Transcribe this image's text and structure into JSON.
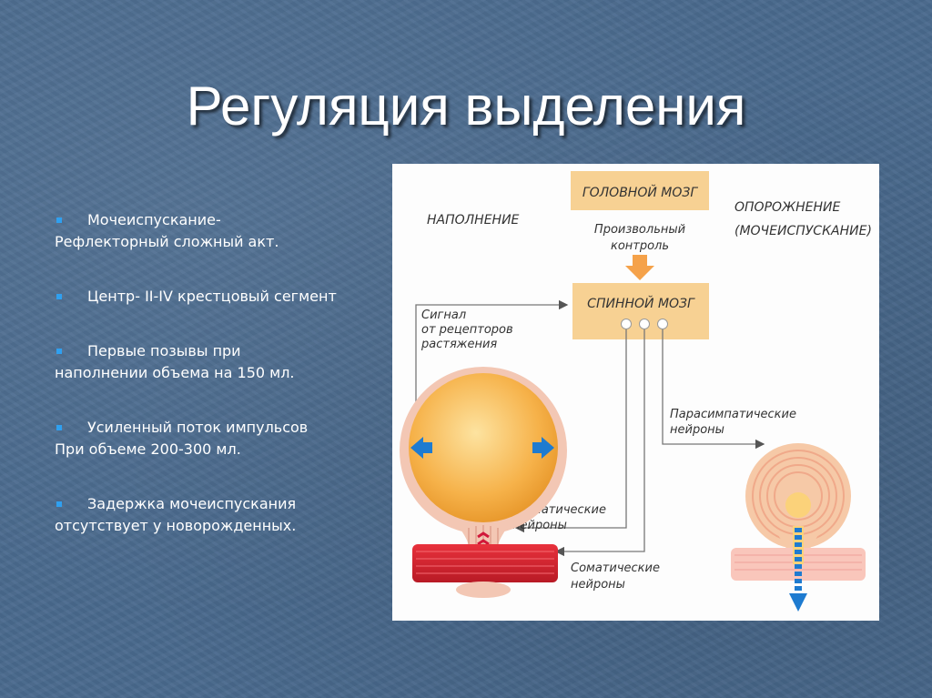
{
  "slide": {
    "title": "Регуляция выделения",
    "accent_color": "#2fa0f0"
  },
  "bullets": [
    {
      "line1": "Мочеиспускание-",
      "line2": "Рефлекторный сложный акт."
    },
    {
      "line1": "Центр-  II-IV крестцовый сегмент",
      "line2": ""
    },
    {
      "line1": "Первые позывы при",
      "line2": "наполнении объема на 150 мл."
    },
    {
      "line1": "Усиленный поток импульсов",
      "line2": "При объеме 200-300 мл."
    },
    {
      "line1": "Задержка мочеиспускания",
      "line2": "отсутствует у новорожденных."
    }
  ],
  "diagram": {
    "brain": "ГОЛОВНОЙ МОЗГ",
    "spinal_cord": "СПИННОЙ МОЗГ",
    "filling": "НАПОЛНЕНИЕ",
    "emptying_1": "ОПОРОЖНЕНИЕ",
    "emptying_2": "(МОЧЕИСПУСКАНИЕ)",
    "voluntary_1": "Произвольный",
    "voluntary_2": "контроль",
    "signal_1": "Сигнал",
    "signal_2": "от рецепторов",
    "signal_3": "растяжения",
    "parasym_1": "Парасимпатические",
    "parasym_2": "нейроны",
    "sym_1": "Симпатические",
    "sym_2": "нейроны",
    "somatic_1": "Соматические",
    "somatic_2": "нейроны"
  }
}
